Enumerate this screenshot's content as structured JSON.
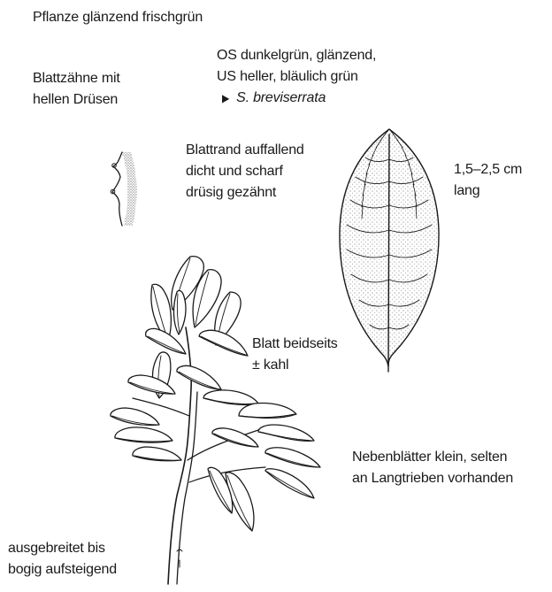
{
  "labels": {
    "plant": "Pflanze glänzend frischgrün",
    "teeth": [
      "Blattzähne mit",
      "hellen Drüsen"
    ],
    "colour": [
      "OS dunkelgrün, glänzend,",
      "US heller, bläulich grün"
    ],
    "see_also_arrow": "▶",
    "see_also_species": "S. breviserrata",
    "margin": [
      "Blattrand auffallend",
      "dicht und scharf",
      "drüsig gezähnt"
    ],
    "length": [
      "1,5–2,5 cm",
      "lang"
    ],
    "hairs": [
      "Blatt beidseits",
      "± kahl"
    ],
    "stipules": [
      "Nebenblätter klein, selten",
      "an Langtrieben vorhanden"
    ],
    "habit": [
      "ausgebreitet bis",
      "bogig aufsteigend"
    ]
  }
}
